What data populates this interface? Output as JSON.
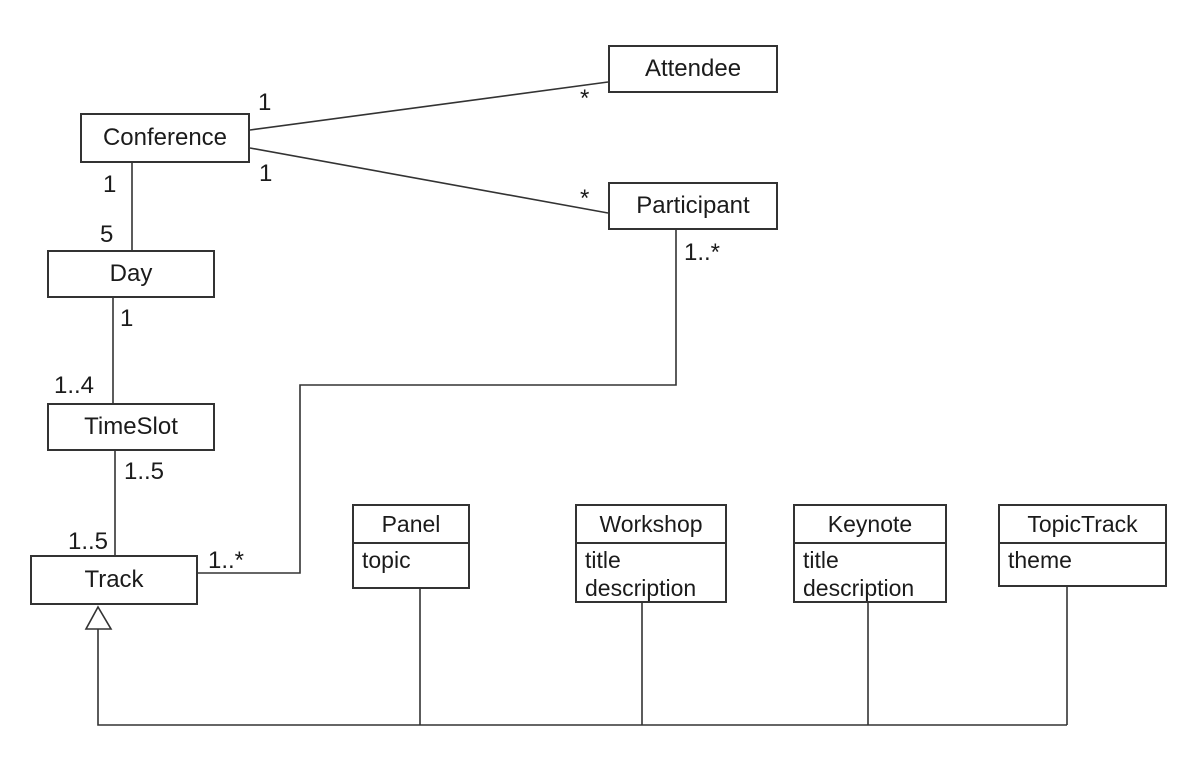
{
  "diagram": {
    "kind": "UML class diagram",
    "title": ""
  },
  "colors": {
    "line": "#333333",
    "box-fill": "#ffffff",
    "text": "#1b1b1b",
    "background": "#ffffff"
  },
  "classes": [
    {
      "name": "Conference",
      "attributes": []
    },
    {
      "name": "Attendee",
      "attributes": []
    },
    {
      "name": "Participant",
      "attributes": []
    },
    {
      "name": "Day",
      "attributes": []
    },
    {
      "name": "TimeSlot",
      "attributes": []
    },
    {
      "name": "Track",
      "attributes": []
    },
    {
      "name": "Panel",
      "attributes": [
        "topic"
      ]
    },
    {
      "name": "Workshop",
      "attributes": [
        "title",
        "description"
      ]
    },
    {
      "name": "Keynote",
      "attributes": [
        "title",
        "description"
      ]
    },
    {
      "name": "TopicTrack",
      "attributes": [
        "theme"
      ]
    }
  ],
  "associations": [
    {
      "source": "Conference",
      "target": "Attendee",
      "source_mult": "1",
      "target_mult": "*"
    },
    {
      "source": "Conference",
      "target": "Participant",
      "source_mult": "1",
      "target_mult": "*"
    },
    {
      "source": "Conference",
      "target": "Day",
      "source_mult": "1",
      "target_mult": "5"
    },
    {
      "source": "Day",
      "target": "TimeSlot",
      "source_mult": "1",
      "target_mult": "1..4"
    },
    {
      "source": "TimeSlot",
      "target": "Track",
      "source_mult": "1..5",
      "target_mult": "1..5"
    },
    {
      "source": "Track",
      "target": "Participant",
      "source_mult": "1..*",
      "target_mult": "1..*"
    }
  ],
  "generalization": {
    "parent": "Track",
    "children": [
      "Panel",
      "Workshop",
      "Keynote",
      "TopicTrack"
    ]
  }
}
